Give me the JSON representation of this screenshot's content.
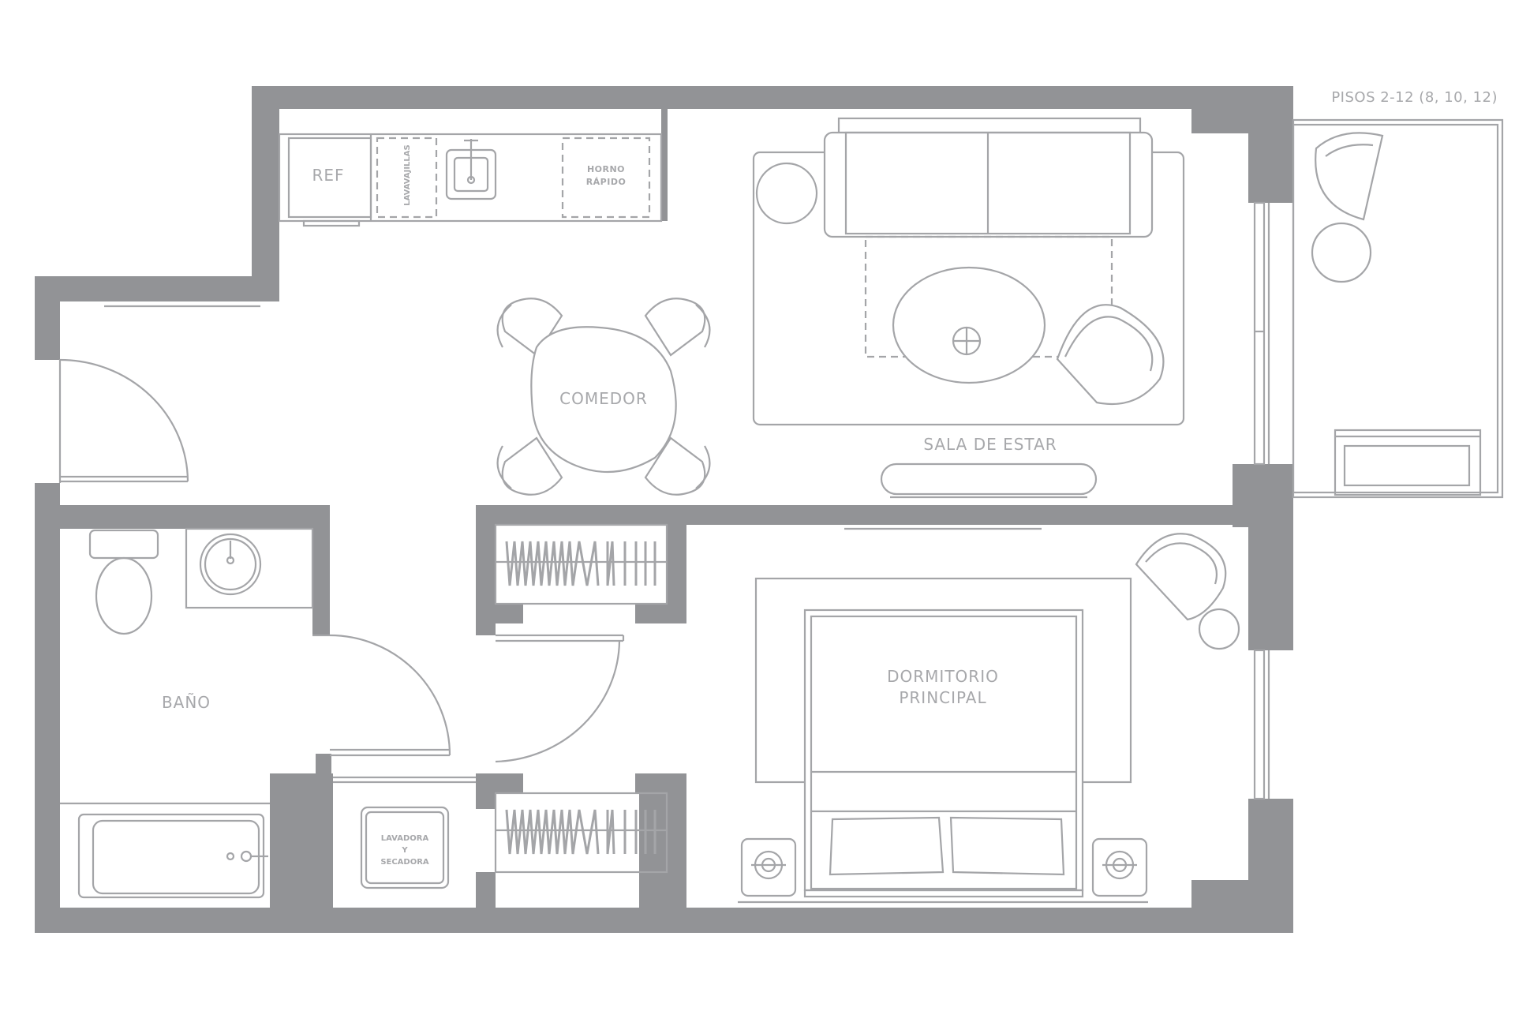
{
  "header": {
    "floors": "PISOS 2-12 (8, 10, 12)"
  },
  "rooms": {
    "kitchen_fridge": "REF",
    "kitchen_dishwasher": "LAVAVAJILLAS",
    "kitchen_oven_line1": "HORNO",
    "kitchen_oven_line2": "RÁPIDO",
    "dining": "COMEDOR",
    "living": "SALA DE ESTAR",
    "bedroom_line1": "DORMITORIO",
    "bedroom_line2": "PRINCIPAL",
    "bathroom": "BAÑO",
    "laundry_line1": "LAVADORA",
    "laundry_line2": "Y",
    "laundry_line3": "SECADORA"
  },
  "colors": {
    "wall": "#929396",
    "line": "#a4a5a8",
    "label": "#a7a8ab",
    "background": "#ffffff"
  }
}
